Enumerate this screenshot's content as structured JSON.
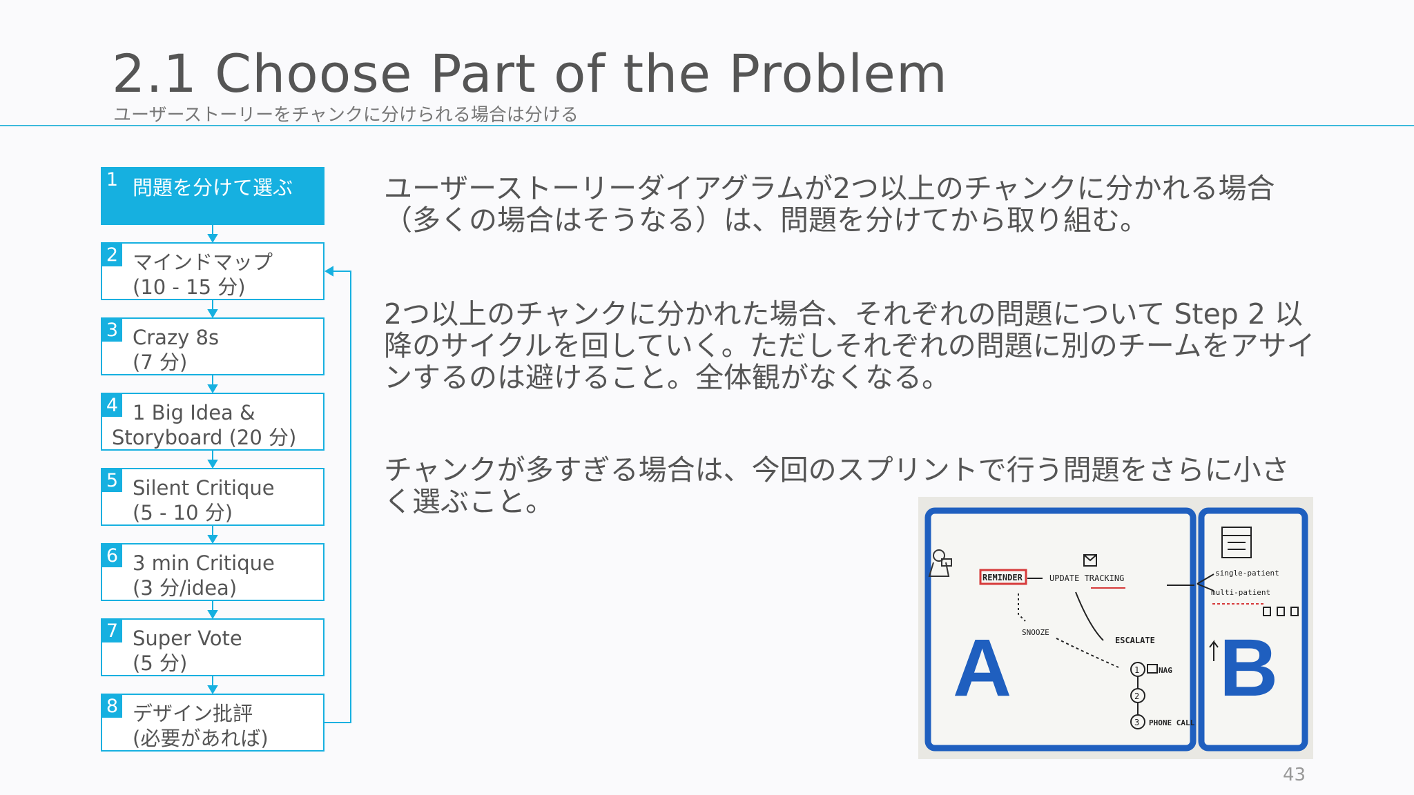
{
  "slide": {
    "title": "2.1 Choose Part of the Problem",
    "subtitle": "ユーザーストーリーをチャンクに分けられる場合は分ける",
    "page_number": "43"
  },
  "steps": [
    {
      "num": "1",
      "label": "問題を分けて選ぶ"
    },
    {
      "num": "2",
      "label": "マインドマップ\n(10 - 15 分)"
    },
    {
      "num": "3",
      "label": "Crazy 8s\n(7 分)"
    },
    {
      "num": "4",
      "label": "1 Big Idea &\nStoryboard (20 分)"
    },
    {
      "num": "5",
      "label": "Silent Critique\n(5 - 10 分)"
    },
    {
      "num": "6",
      "label": "3 min Critique\n(3 分/idea)"
    },
    {
      "num": "7",
      "label": "Super Vote\n(5 分)"
    },
    {
      "num": "8",
      "label": "デザイン批評\n(必要があれば)"
    }
  ],
  "paragraphs": [
    "ユーザーストーリーダイアグラムが2つ以上のチャンクに分かれる場合（多くの場合はそうなる）は、問題を分けてから取り組む。",
    "2つ以上のチャンクに分かれた場合、それぞれの問題について Step 2 以降のサイクルを回していく。ただしそれぞれの問題に別のチームをアサインするのは避けること。全体観がなくなる。",
    "チャンクが多すぎる場合は、今回のスプリントで行う問題をさらに小さく選ぶこと。"
  ],
  "photo": {
    "label_a": "A",
    "label_b": "B",
    "sketch": {
      "reminder": "REMINDER",
      "update": "UPDATE TRACKING",
      "snooze": "SNOOZE",
      "escalate": "ESCALATE",
      "nag": "NAG",
      "phone": "PHONE CALL",
      "single": "single-patient",
      "multi": "multi-patient",
      "n1": "1",
      "n2": "2",
      "n3": "3"
    }
  },
  "colors": {
    "accent": "#16b0e0",
    "text": "#555555",
    "board_blue": "#1f5fbf",
    "sketch_red": "#d63a3a"
  }
}
